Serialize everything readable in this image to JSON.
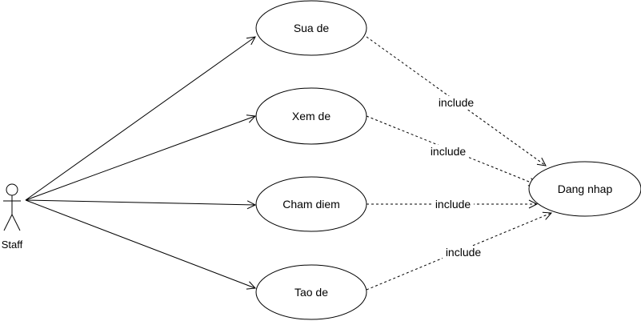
{
  "actor": {
    "label": "Staff"
  },
  "use_cases": [
    {
      "id": "sua",
      "label": "Sua de"
    },
    {
      "id": "xem",
      "label": "Xem de"
    },
    {
      "id": "cham",
      "label": "Cham diem"
    },
    {
      "id": "tao",
      "label": "Tao de"
    },
    {
      "id": "dang",
      "label": "Dang nhap"
    }
  ],
  "associations": [
    {
      "from": "actor",
      "to": "sua"
    },
    {
      "from": "actor",
      "to": "xem"
    },
    {
      "from": "actor",
      "to": "cham"
    },
    {
      "from": "actor",
      "to": "tao"
    }
  ],
  "includes": [
    {
      "from": "sua",
      "to": "dang",
      "label": "include"
    },
    {
      "from": "xem",
      "to": "dang",
      "label": "include"
    },
    {
      "from": "cham",
      "to": "dang",
      "label": "include"
    },
    {
      "from": "tao",
      "to": "dang",
      "label": "include"
    }
  ],
  "colors": {
    "stroke": "#000000",
    "fill": "#ffffff",
    "background": "#ffffff"
  }
}
